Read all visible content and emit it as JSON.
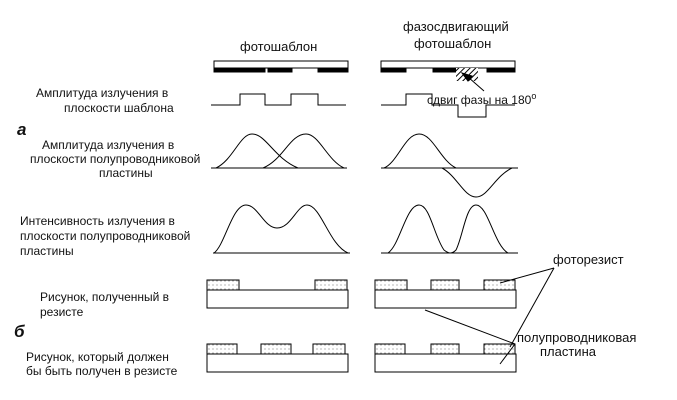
{
  "headers": {
    "left": "фотошаблон",
    "right_line1": "фазосдвигающий",
    "right_line2": "фотошаблон"
  },
  "rows": {
    "mask_amplitude": [
      "Амплитуда излучения в",
      "плоскости шаблона"
    ],
    "wafer_amplitude": [
      "Амплитуда излучения в",
      "плоскости  полупроводниковой",
      "пластины"
    ],
    "wafer_intensity": [
      "Интенсивность излучения в",
      "плоскости полупроводниковой",
      "пластины"
    ],
    "resist_pattern": [
      "Рисунок, полученный в",
      "резисте"
    ],
    "desired_pattern": [
      "Рисунок, который должен",
      "бы быть получен в резисте"
    ]
  },
  "annotations": {
    "phase_shift": "сдвиг фазы на 180",
    "phase_degree": "o",
    "photoresist": "фоторезист",
    "wafer_line1": "полупроводниковая",
    "wafer_line2": "пластина"
  },
  "letters": {
    "a": "а",
    "b": "б"
  }
}
